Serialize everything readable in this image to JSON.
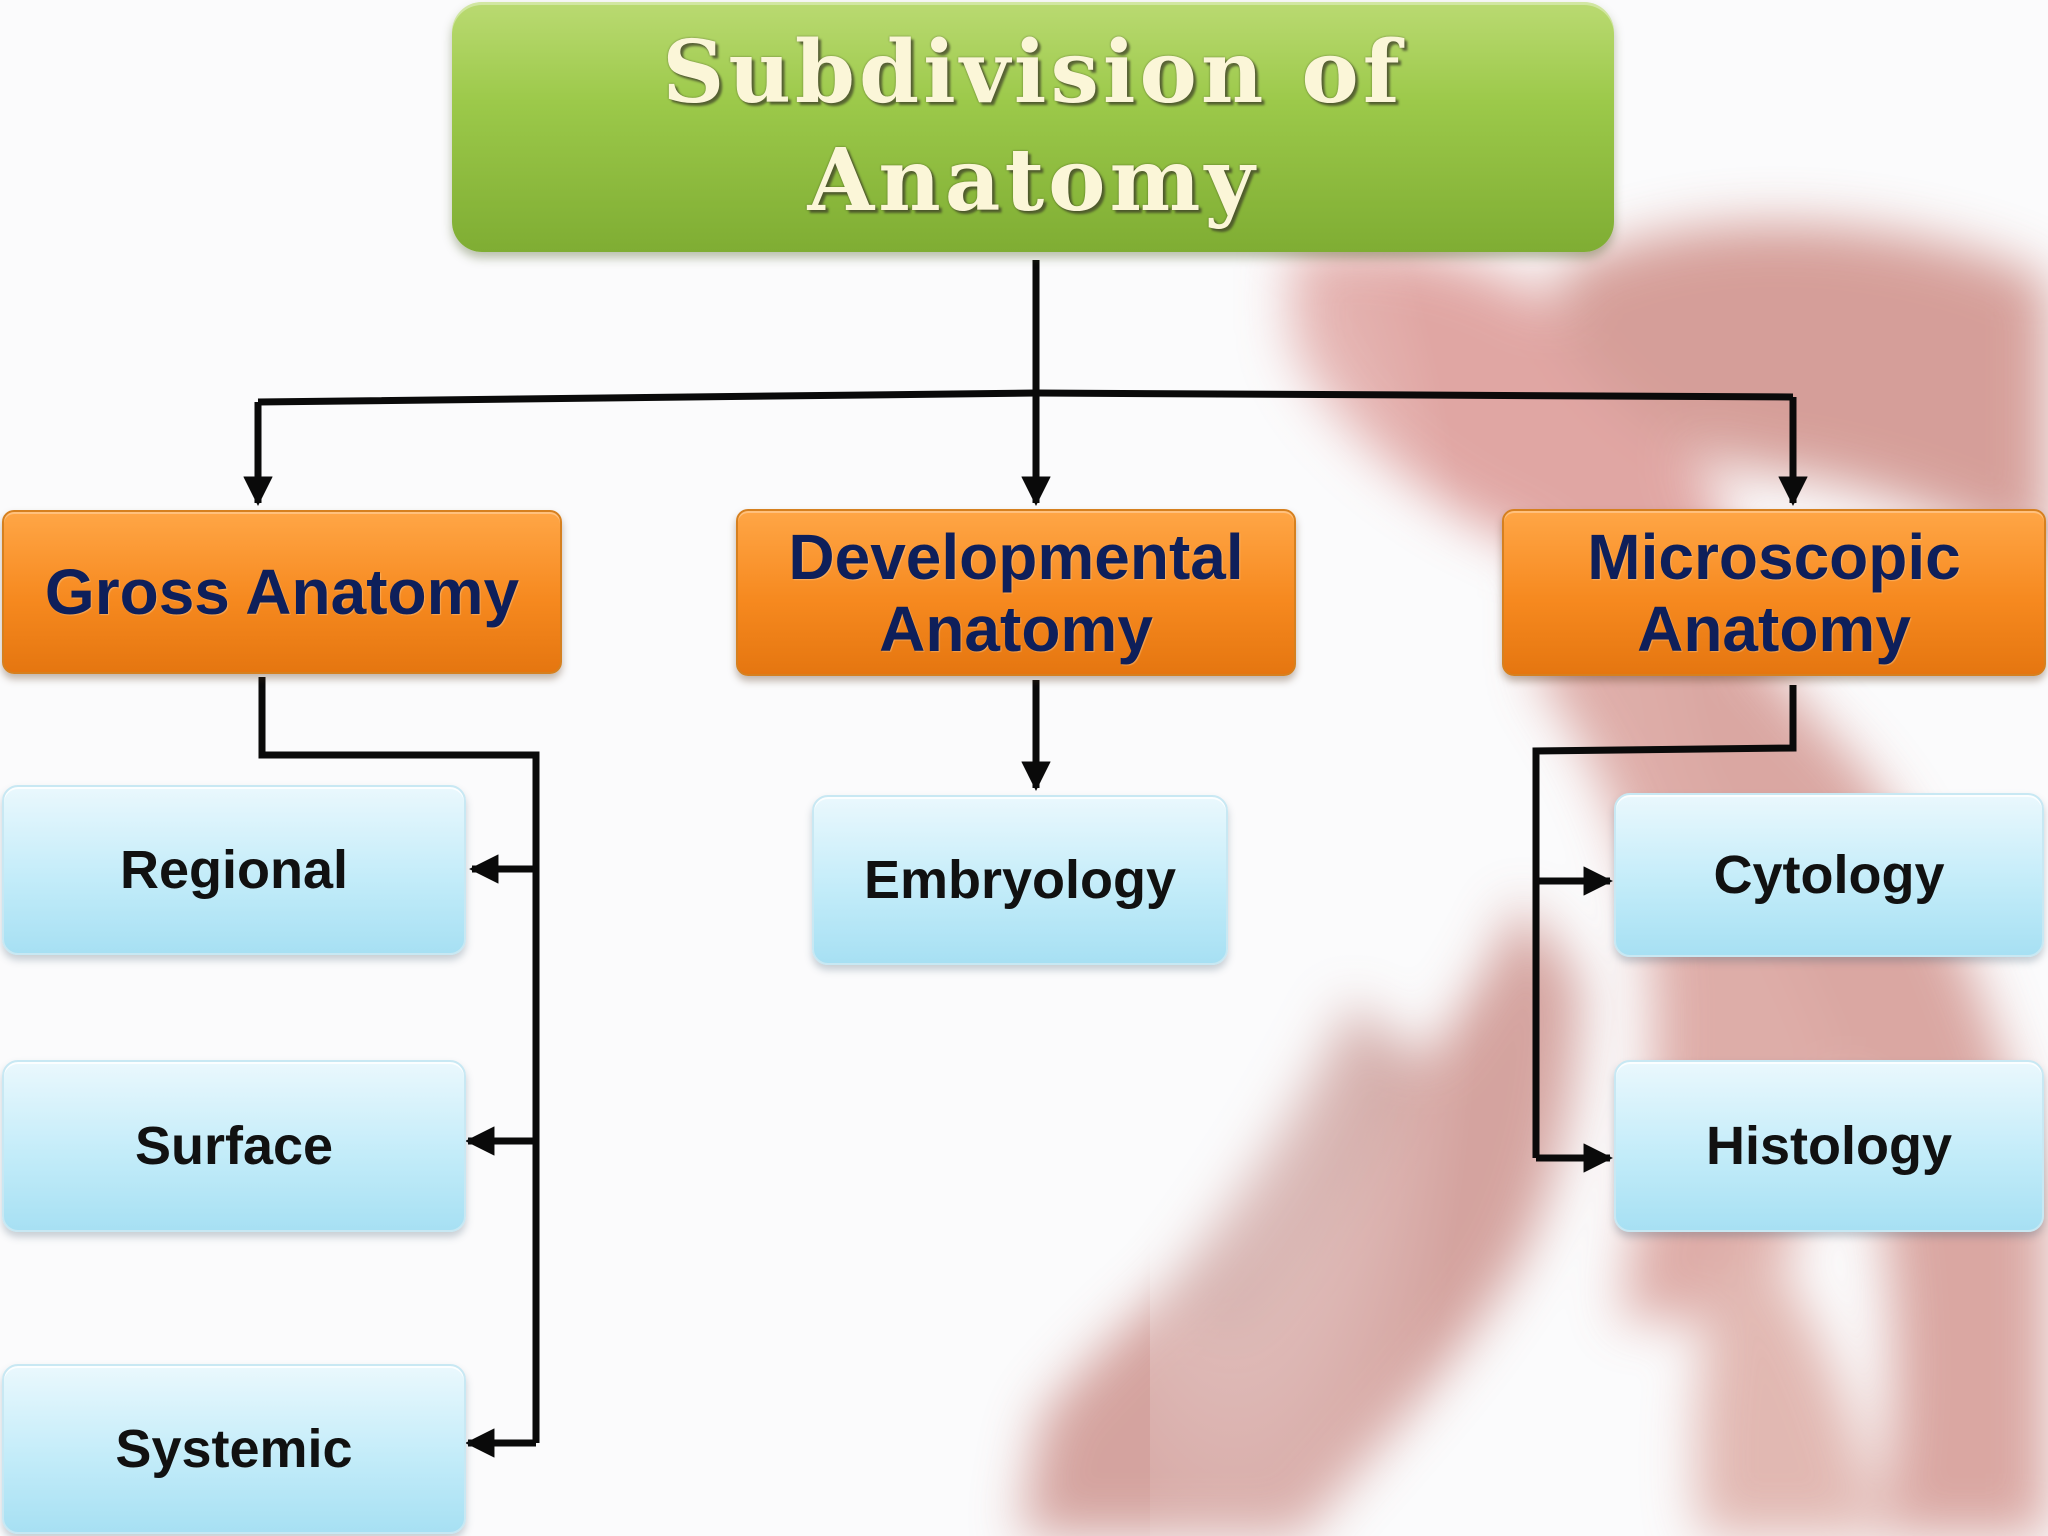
{
  "diagram": {
    "title": "Subdivision of\nAnatomy",
    "categories": [
      {
        "label": "Gross Anatomy",
        "children": [
          "Regional",
          "Surface",
          "Systemic"
        ]
      },
      {
        "label": "Developmental\nAnatomy",
        "children": [
          "Embryology"
        ]
      },
      {
        "label": "Microscopic\nAnatomy",
        "children": [
          "Cytology",
          "Histology"
        ]
      }
    ]
  },
  "colors": {
    "title_fill": "#9cc94a",
    "title_text": "#fbf6d8",
    "category_fill": "#f6891f",
    "category_text": "#0e1f5a",
    "leaf_fill": "#c3ecf9",
    "leaf_text": "#111111",
    "connector": "#0a0a0a"
  },
  "background": {
    "image": "faded muscular anatomy figure"
  }
}
